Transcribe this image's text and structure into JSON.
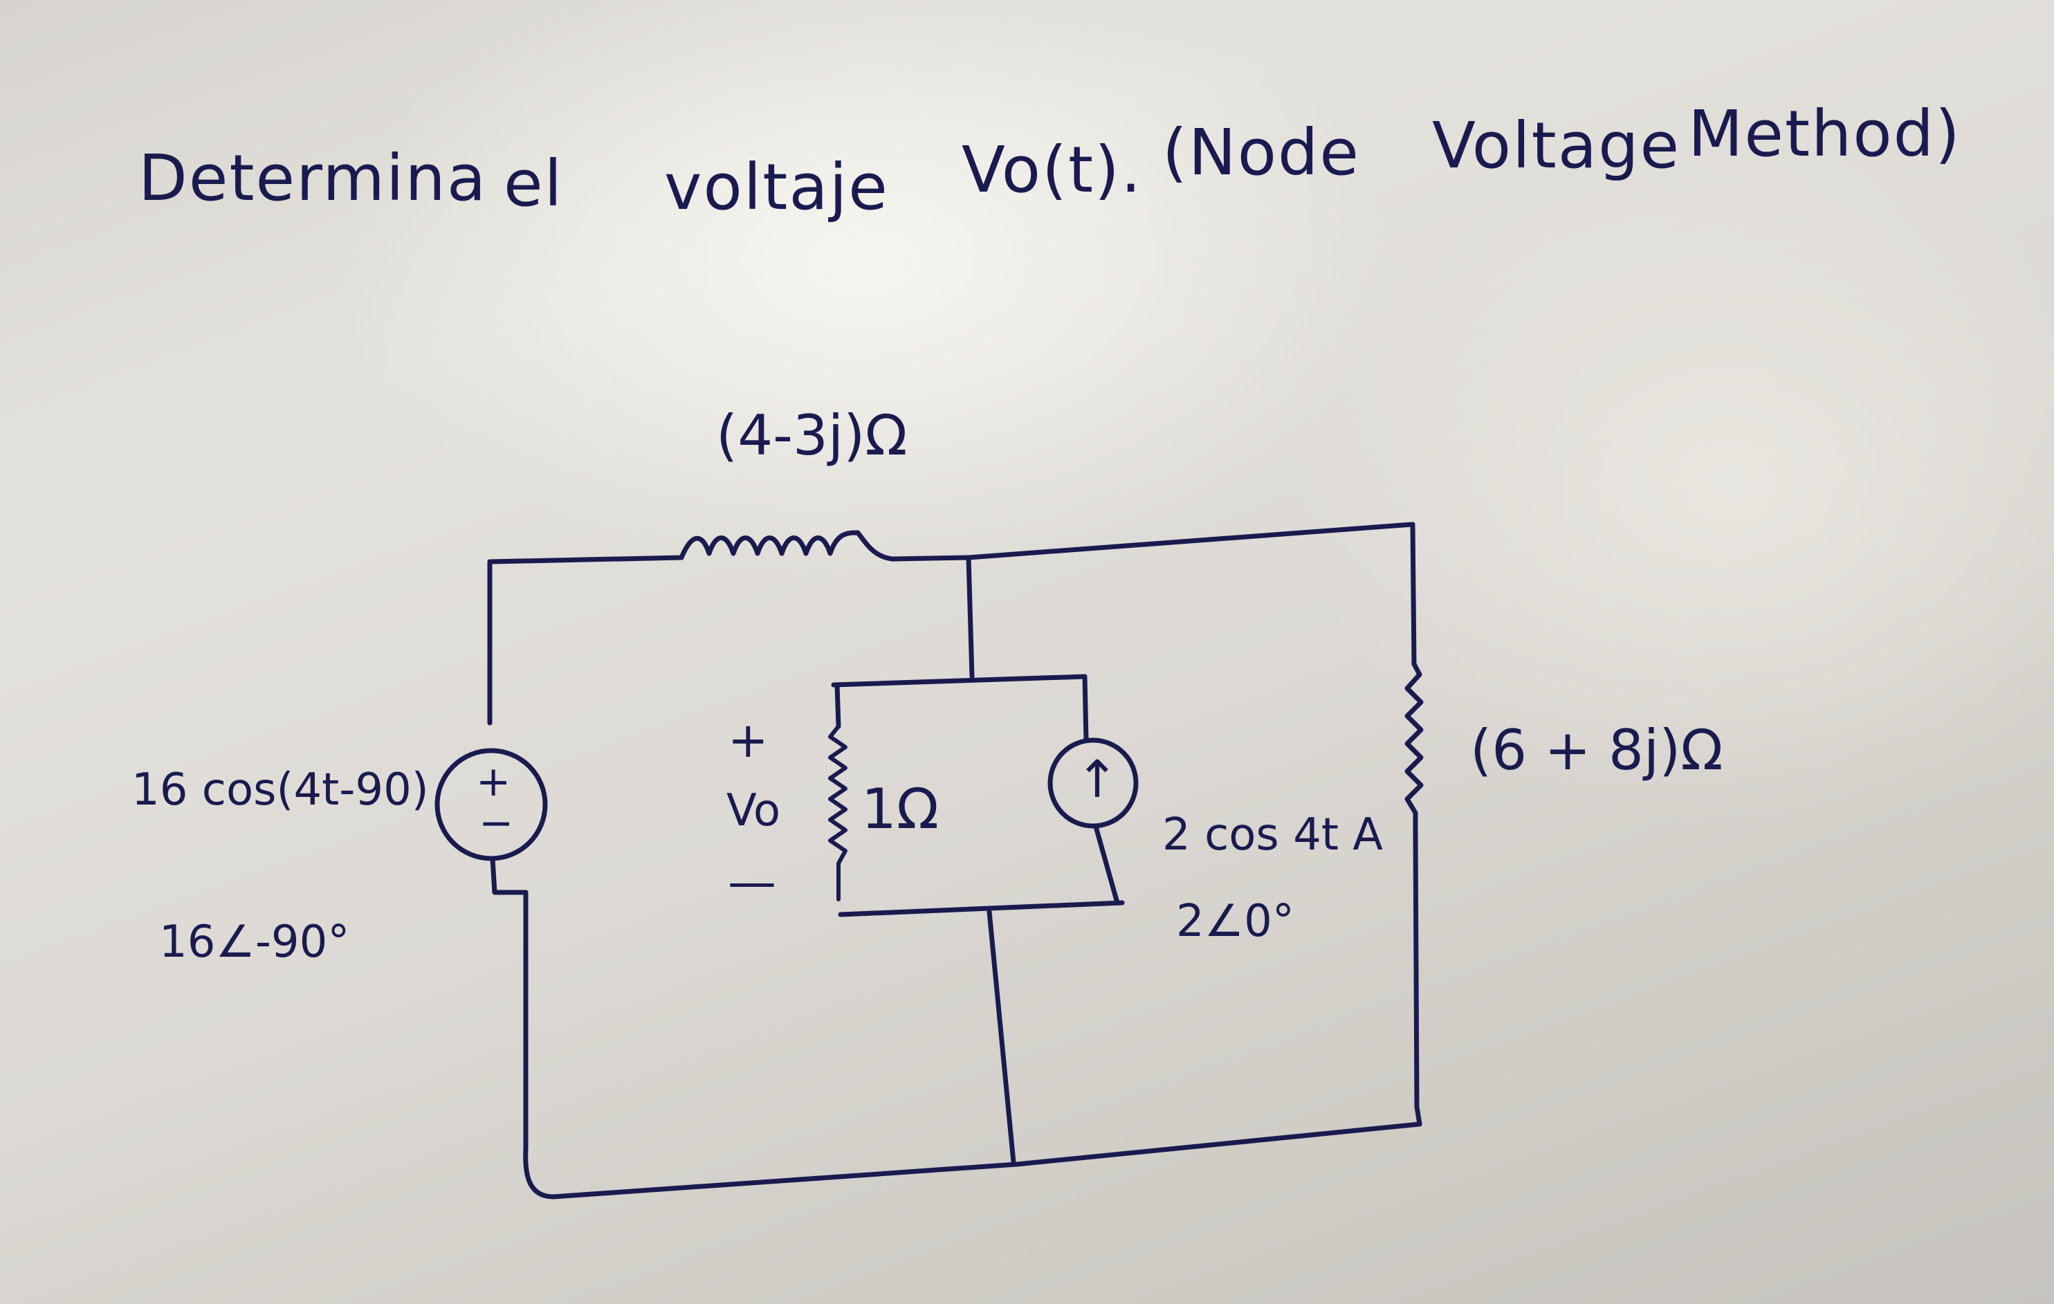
{
  "title": {
    "w1": "Determina",
    "w2": "el",
    "w3": "voltaje",
    "w4": "Vo(t).",
    "w5": "(Node",
    "w6": "Voltage",
    "w7": "Method)"
  },
  "components": {
    "top_impedance": "(4-3j)Ω",
    "right_impedance": "(6 + 8j)Ω",
    "resistor_middle": "1Ω",
    "voltage_source_time": "16 cos(4t-90)",
    "voltage_source_phasor": "16∠-90°",
    "voltage_source_plus": "+",
    "voltage_source_minus": "−",
    "current_source_time": "2 cos 4t A",
    "current_source_phasor": "2∠0°",
    "current_source_arrow": "↑",
    "vo_plus": "+",
    "vo_label": "Vo",
    "vo_minus": "—"
  },
  "colors": {
    "ink": "#1b1a4f",
    "paper": "#e2dfda"
  }
}
